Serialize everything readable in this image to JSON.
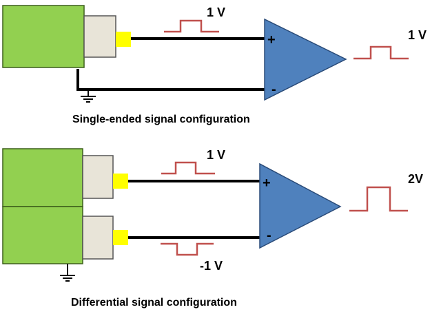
{
  "colors": {
    "source_body": "#92d050",
    "source_edge": "#3c5f1b",
    "connector": "#e8e4d8",
    "pin": "#ffff00",
    "amplifier": "#4f81bd",
    "amplifier_edge": "#2a4b78",
    "wire": "#000000",
    "pulse": "#c0504d"
  },
  "single_ended": {
    "input_pulse_label": "1 V",
    "plus_sign": "+",
    "minus_sign": "-",
    "output_pulse_label": "1 V",
    "caption": "Single-ended signal configuration"
  },
  "differential": {
    "top_pulse_label": "1 V",
    "bottom_pulse_label": "-1 V",
    "plus_sign": "+",
    "minus_sign": "-",
    "output_pulse_label": "2V",
    "caption": "Differential signal configuration"
  },
  "icons": [
    "ground-icon",
    "signal-source-icon",
    "amplifier-icon",
    "pulse-icon"
  ]
}
